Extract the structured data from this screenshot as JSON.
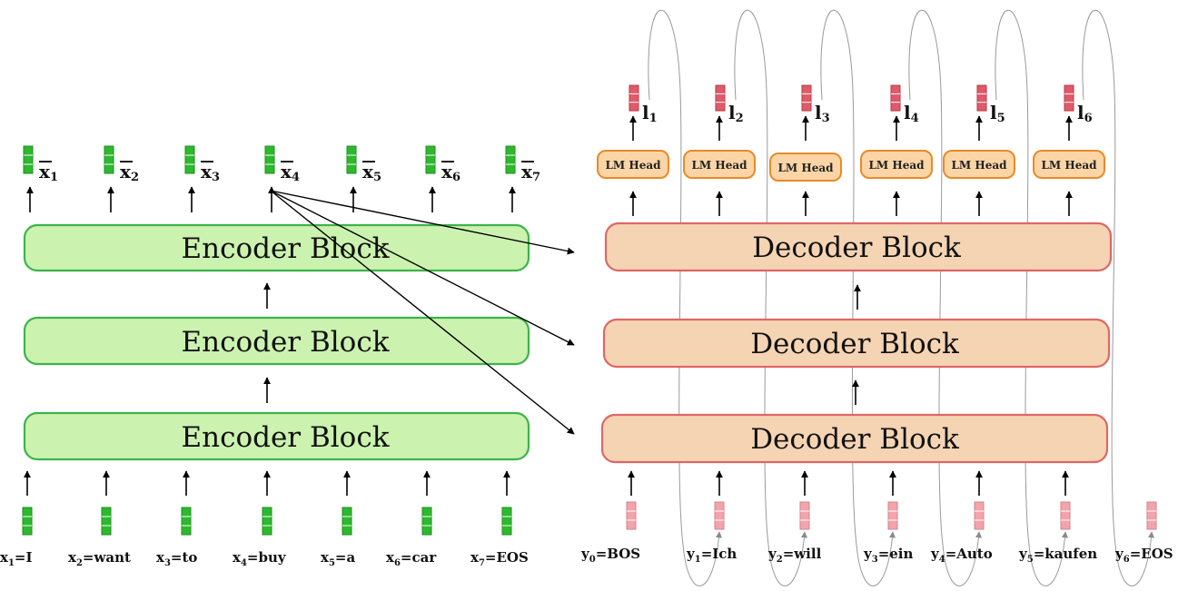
{
  "encoder": {
    "blocks": [
      {
        "label": "Encoder Block"
      },
      {
        "label": "Encoder Block"
      },
      {
        "label": "Encoder Block"
      }
    ],
    "inputs": [
      {
        "sym": "x",
        "sub": "1",
        "word": "I"
      },
      {
        "sym": "x",
        "sub": "2",
        "word": "want"
      },
      {
        "sym": "x",
        "sub": "3",
        "word": "to"
      },
      {
        "sym": "x",
        "sub": "4",
        "word": "buy"
      },
      {
        "sym": "x",
        "sub": "5",
        "word": "a"
      },
      {
        "sym": "x",
        "sub": "6",
        "word": "car"
      },
      {
        "sym": "x",
        "sub": "7",
        "word": "EOS"
      }
    ],
    "outputs": [
      {
        "sym": "x",
        "sub": "1"
      },
      {
        "sym": "x",
        "sub": "2"
      },
      {
        "sym": "x",
        "sub": "3"
      },
      {
        "sym": "x",
        "sub": "4"
      },
      {
        "sym": "x",
        "sub": "5"
      },
      {
        "sym": "x",
        "sub": "6"
      },
      {
        "sym": "x",
        "sub": "7"
      }
    ]
  },
  "decoder": {
    "blocks": [
      {
        "label": "Decoder Block"
      },
      {
        "label": "Decoder Block"
      },
      {
        "label": "Decoder Block"
      }
    ],
    "inputs": [
      {
        "sym": "y",
        "sub": "0",
        "word": "BOS"
      },
      {
        "sym": "y",
        "sub": "1",
        "word": "Ich"
      },
      {
        "sym": "y",
        "sub": "2",
        "word": "will"
      },
      {
        "sym": "y",
        "sub": "3",
        "word": "ein"
      },
      {
        "sym": "y",
        "sub": "4",
        "word": "Auto"
      },
      {
        "sym": "y",
        "sub": "5",
        "word": "kaufen"
      },
      {
        "sym": "y",
        "sub": "6",
        "word": "EOS"
      }
    ],
    "lm_heads": [
      {
        "label": "LM Head"
      },
      {
        "label": "LM Head"
      },
      {
        "label": "LM Head"
      },
      {
        "label": "LM Head"
      },
      {
        "label": "LM Head"
      },
      {
        "label": "LM Head"
      }
    ],
    "logits": [
      {
        "sym": "l",
        "sub": "1"
      },
      {
        "sym": "l",
        "sub": "2"
      },
      {
        "sym": "l",
        "sub": "3"
      },
      {
        "sym": "l",
        "sub": "4"
      },
      {
        "sym": "l",
        "sub": "5"
      },
      {
        "sym": "l",
        "sub": "6"
      }
    ]
  },
  "colors": {
    "encoder_fill": "#ccf2b0",
    "encoder_stroke": "#3cb44b",
    "decoder_fill": "#f5d4b3",
    "decoder_stroke": "#e06666",
    "lm_fill": "#fbd5a5",
    "lm_stroke": "#e88a2a",
    "green_vec": "#2eb82e",
    "red_vec": "#e05a6a",
    "pink_vec": "#f4a3ab"
  }
}
